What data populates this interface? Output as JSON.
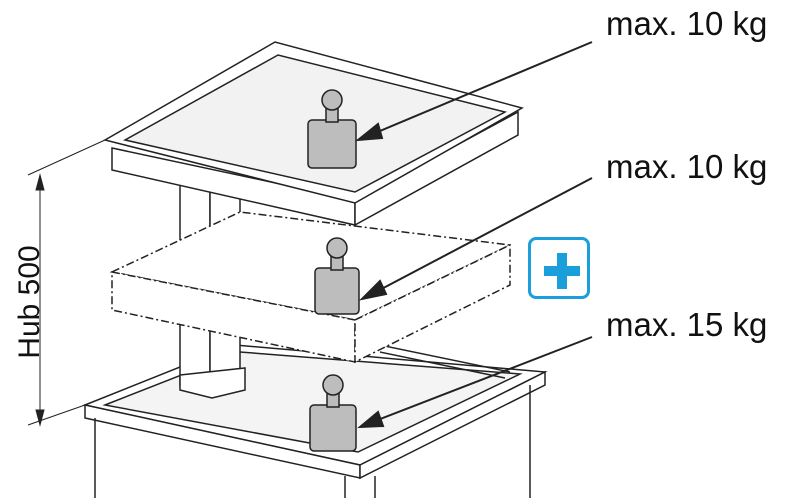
{
  "labels": {
    "top_load": "max. 10 kg",
    "middle_load": "max. 10 kg",
    "bottom_load": "max. 15 kg",
    "stroke": "Hub 500"
  },
  "icons": {
    "expand": "plus-icon"
  },
  "colors": {
    "accent": "#1a9fdb",
    "weight": "#bdbdbd"
  }
}
